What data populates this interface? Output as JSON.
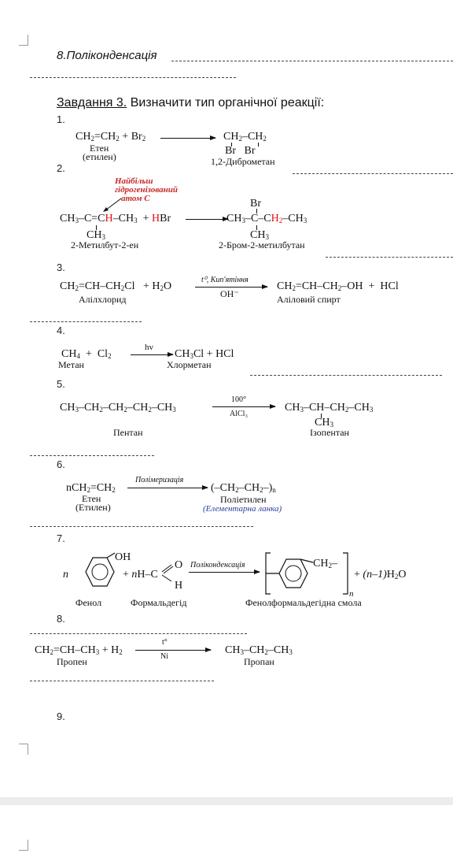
{
  "section_title": "8.Поліконденсація",
  "task": {
    "title": "Завдання 3.",
    "text": " Визначити тип органічної реакції:"
  },
  "items": [
    {
      "number": "1."
    },
    {
      "number": "2."
    },
    {
      "number": "3."
    },
    {
      "number": "4."
    },
    {
      "number": "5."
    },
    {
      "number": "6."
    },
    {
      "number": "7."
    },
    {
      "number": "8."
    },
    {
      "number": "9."
    }
  ],
  "r1": {
    "name1": "Етен",
    "name1b": "(етилен)",
    "product_name": "1,2-Дибром­етан"
  },
  "r2": {
    "annotation_l1": "Найбільш",
    "annotation_l2": "гідрогенізований",
    "annotation_l3": "атом С",
    "name1": "2-Метилбут-2-ен",
    "product_name": "2-Бром-2-метилбутан"
  },
  "r3": {
    "name1": "Аліл­хлорид",
    "cond_top": "t⁰, Кип'ятіння",
    "cond_bottom": "OH⁻",
    "product_name": "Аліловий спирт"
  },
  "r4": {
    "cond_top": "hv",
    "name1": "Метан",
    "product_name": "Хлорметан"
  },
  "r5": {
    "cond_top": "100°",
    "cond_bottom": "AlCl₃",
    "name1": "Пентан",
    "product_name": "Ізопентан"
  },
  "r6": {
    "cond_top": "Полімеризація",
    "name1": "Етен",
    "name1b": "(Етилен)",
    "product_name": "Поліетилен",
    "note": "(Елементарна ланка)"
  },
  "r7": {
    "cond_top": "Поліконденсація",
    "name1": "Фенол",
    "name2": "Формальдегід",
    "product_name": "Фенолформальдегідна смола"
  },
  "r8": {
    "cond_top": "t°",
    "cond_bottom": "Ni",
    "name1": "Пропен",
    "product_name": "Пропан"
  }
}
